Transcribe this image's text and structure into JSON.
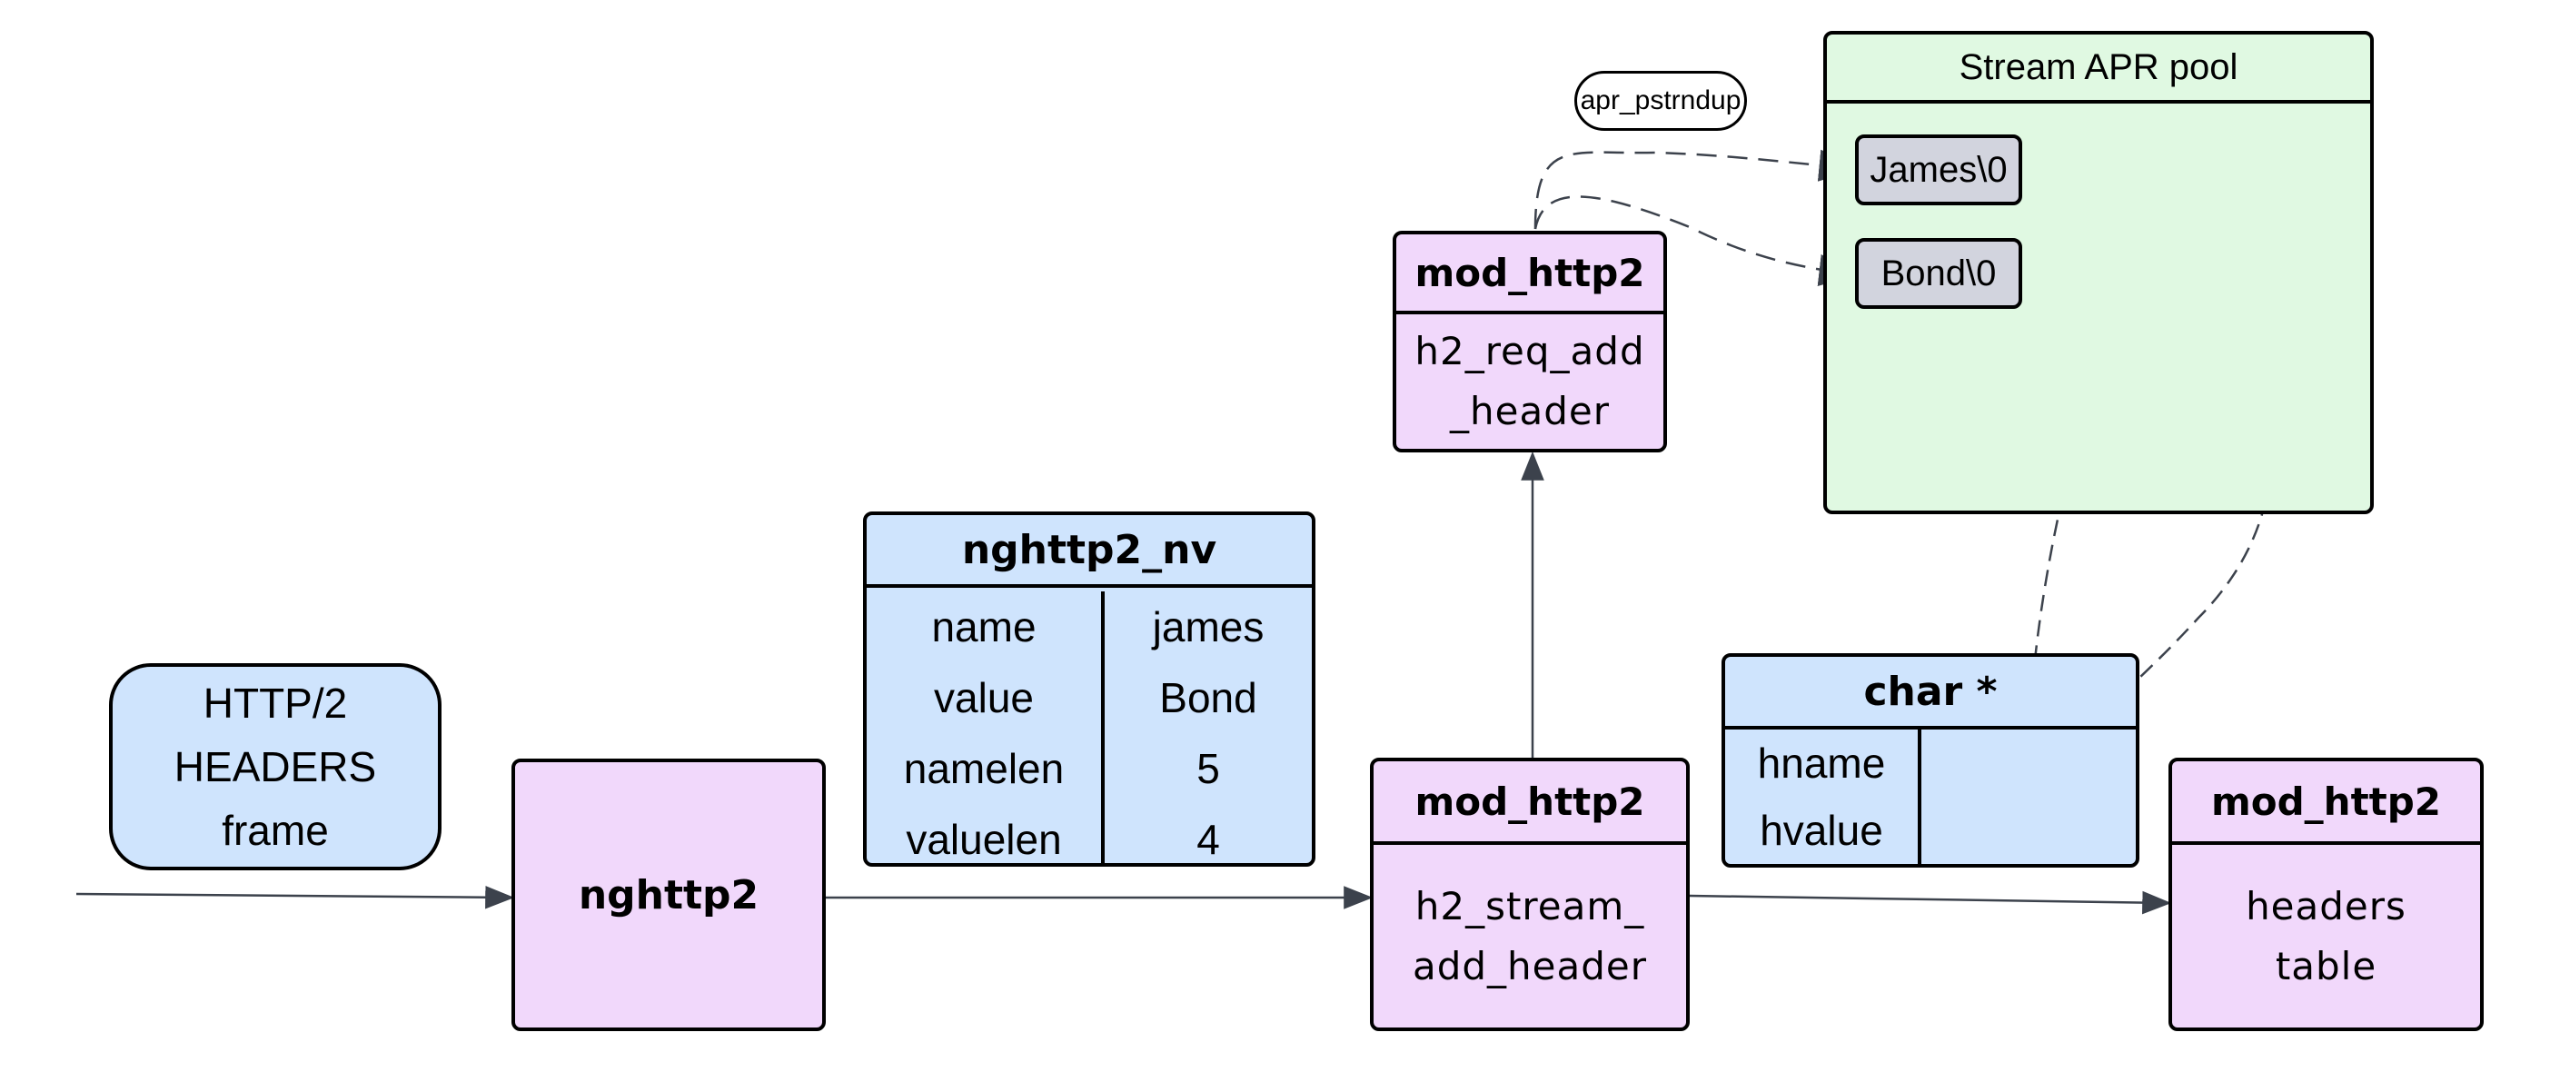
{
  "frame_note": {
    "lines": [
      "HTTP/2",
      "HEADERS",
      "frame"
    ]
  },
  "nghttp2": {
    "label": "nghttp2"
  },
  "nghttp2_nv": {
    "title": "nghttp2_nv",
    "rows": [
      {
        "key": "name",
        "value": "james"
      },
      {
        "key": "value",
        "value": "Bond"
      },
      {
        "key": "namelen",
        "value": "5"
      },
      {
        "key": "valuelen",
        "value": "4"
      }
    ]
  },
  "req_add_header": {
    "title": "mod_http2",
    "lines": [
      "h2_req_add",
      "_header"
    ]
  },
  "stream_add_header": {
    "title": "mod_http2",
    "lines": [
      "h2_stream_",
      "add_header"
    ]
  },
  "headers_table": {
    "title": "mod_http2",
    "lines": [
      "headers",
      "table"
    ]
  },
  "char_ptr": {
    "title": "char *",
    "rows": [
      {
        "key": "hname",
        "value": ""
      },
      {
        "key": "hvalue",
        "value": ""
      }
    ]
  },
  "pool": {
    "title": "Stream APR pool",
    "strings": [
      "James\\0",
      "Bond\\0"
    ]
  },
  "edge_label": "apr_pstrndup",
  "colors": {
    "blue_fill": "#cfe4fd",
    "pink_fill": "#f1d8fb",
    "green_fill": "#e0f9e2",
    "grey_fill": "#d2d4de",
    "edge": "#3c424c"
  }
}
